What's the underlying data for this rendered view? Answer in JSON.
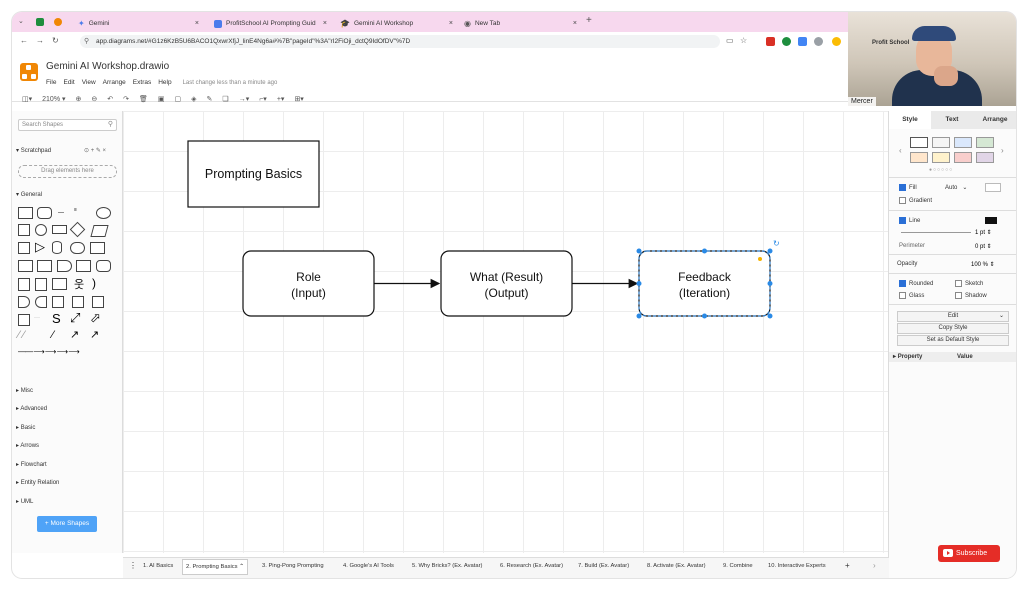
{
  "browser": {
    "tabs": [
      {
        "label": "Gemini"
      },
      {
        "label": "ProfitSchool AI Prompting Guid"
      },
      {
        "label": "Gemini AI Workshop"
      },
      {
        "label": "New Tab"
      }
    ],
    "url": "app.diagrams.net/#G1z6KzB5U6BACO1QxwrXfjJ_linE4Ng6a#%7B\"pageId\"%3A\"rI2FiOji_dctQ9IdOfDV\"%7D"
  },
  "app": {
    "title": "Gemini AI Workshop.drawio",
    "menu": [
      "File",
      "Edit",
      "View",
      "Arrange",
      "Extras",
      "Help"
    ],
    "last_change": "Last change less than a minute ago",
    "zoom": "210%"
  },
  "left_panel": {
    "search_placeholder": "Search Shapes",
    "scratchpad": "Scratchpad",
    "drag_hint": "Drag elements here",
    "general": "General",
    "sections": [
      "Misc",
      "Advanced",
      "Basic",
      "Arrows",
      "Flowchart",
      "Entity Relation",
      "UML"
    ],
    "more_shapes": "+ More Shapes"
  },
  "diagram": {
    "title_box": "Prompting Basics",
    "nodes": [
      {
        "line1": "Role",
        "line2": "(Input)"
      },
      {
        "line1": "What (Result)",
        "line2": "(Output)"
      },
      {
        "line1": "Feedback",
        "line2": "(Iteration)"
      }
    ]
  },
  "right_panel": {
    "tabs": [
      "Style",
      "Text",
      "Arrange"
    ],
    "fill_label": "Fill",
    "fill_value": "Auto",
    "gradient_label": "Gradient",
    "line_label": "Line",
    "line_width": "1 pt",
    "perimeter_label": "Perimeter",
    "perimeter_value": "0 pt",
    "opacity_label": "Opacity",
    "opacity_value": "100 %",
    "rounded_label": "Rounded",
    "sketch_label": "Sketch",
    "glass_label": "Glass",
    "shadow_label": "Shadow",
    "edit_label": "Edit",
    "copy_style_label": "Copy Style",
    "set_default_label": "Set as Default Style",
    "property_header": "Property",
    "value_header": "Value"
  },
  "webcam": {
    "name": "Mercer",
    "logo": "Profit School"
  },
  "page_tabs": [
    "1. AI Basics",
    "2. Prompting Basics",
    "3. Ping-Pong Prompting",
    "4. Google's AI Tools",
    "5. Why Bricks? (Ex. Avatar)",
    "6. Research (Ex. Avatar)",
    "7. Build (Ex. Avatar)",
    "8. Activate (Ex. Avatar)",
    "9. Combine",
    "10. Interactive Experts"
  ],
  "subscribe_label": "Subscribe",
  "colors": {
    "tabbar": "#f7d8ee",
    "selection": "#2a8ae6",
    "subscribe": "#e52d27",
    "drawio_orange": "#f08705"
  }
}
